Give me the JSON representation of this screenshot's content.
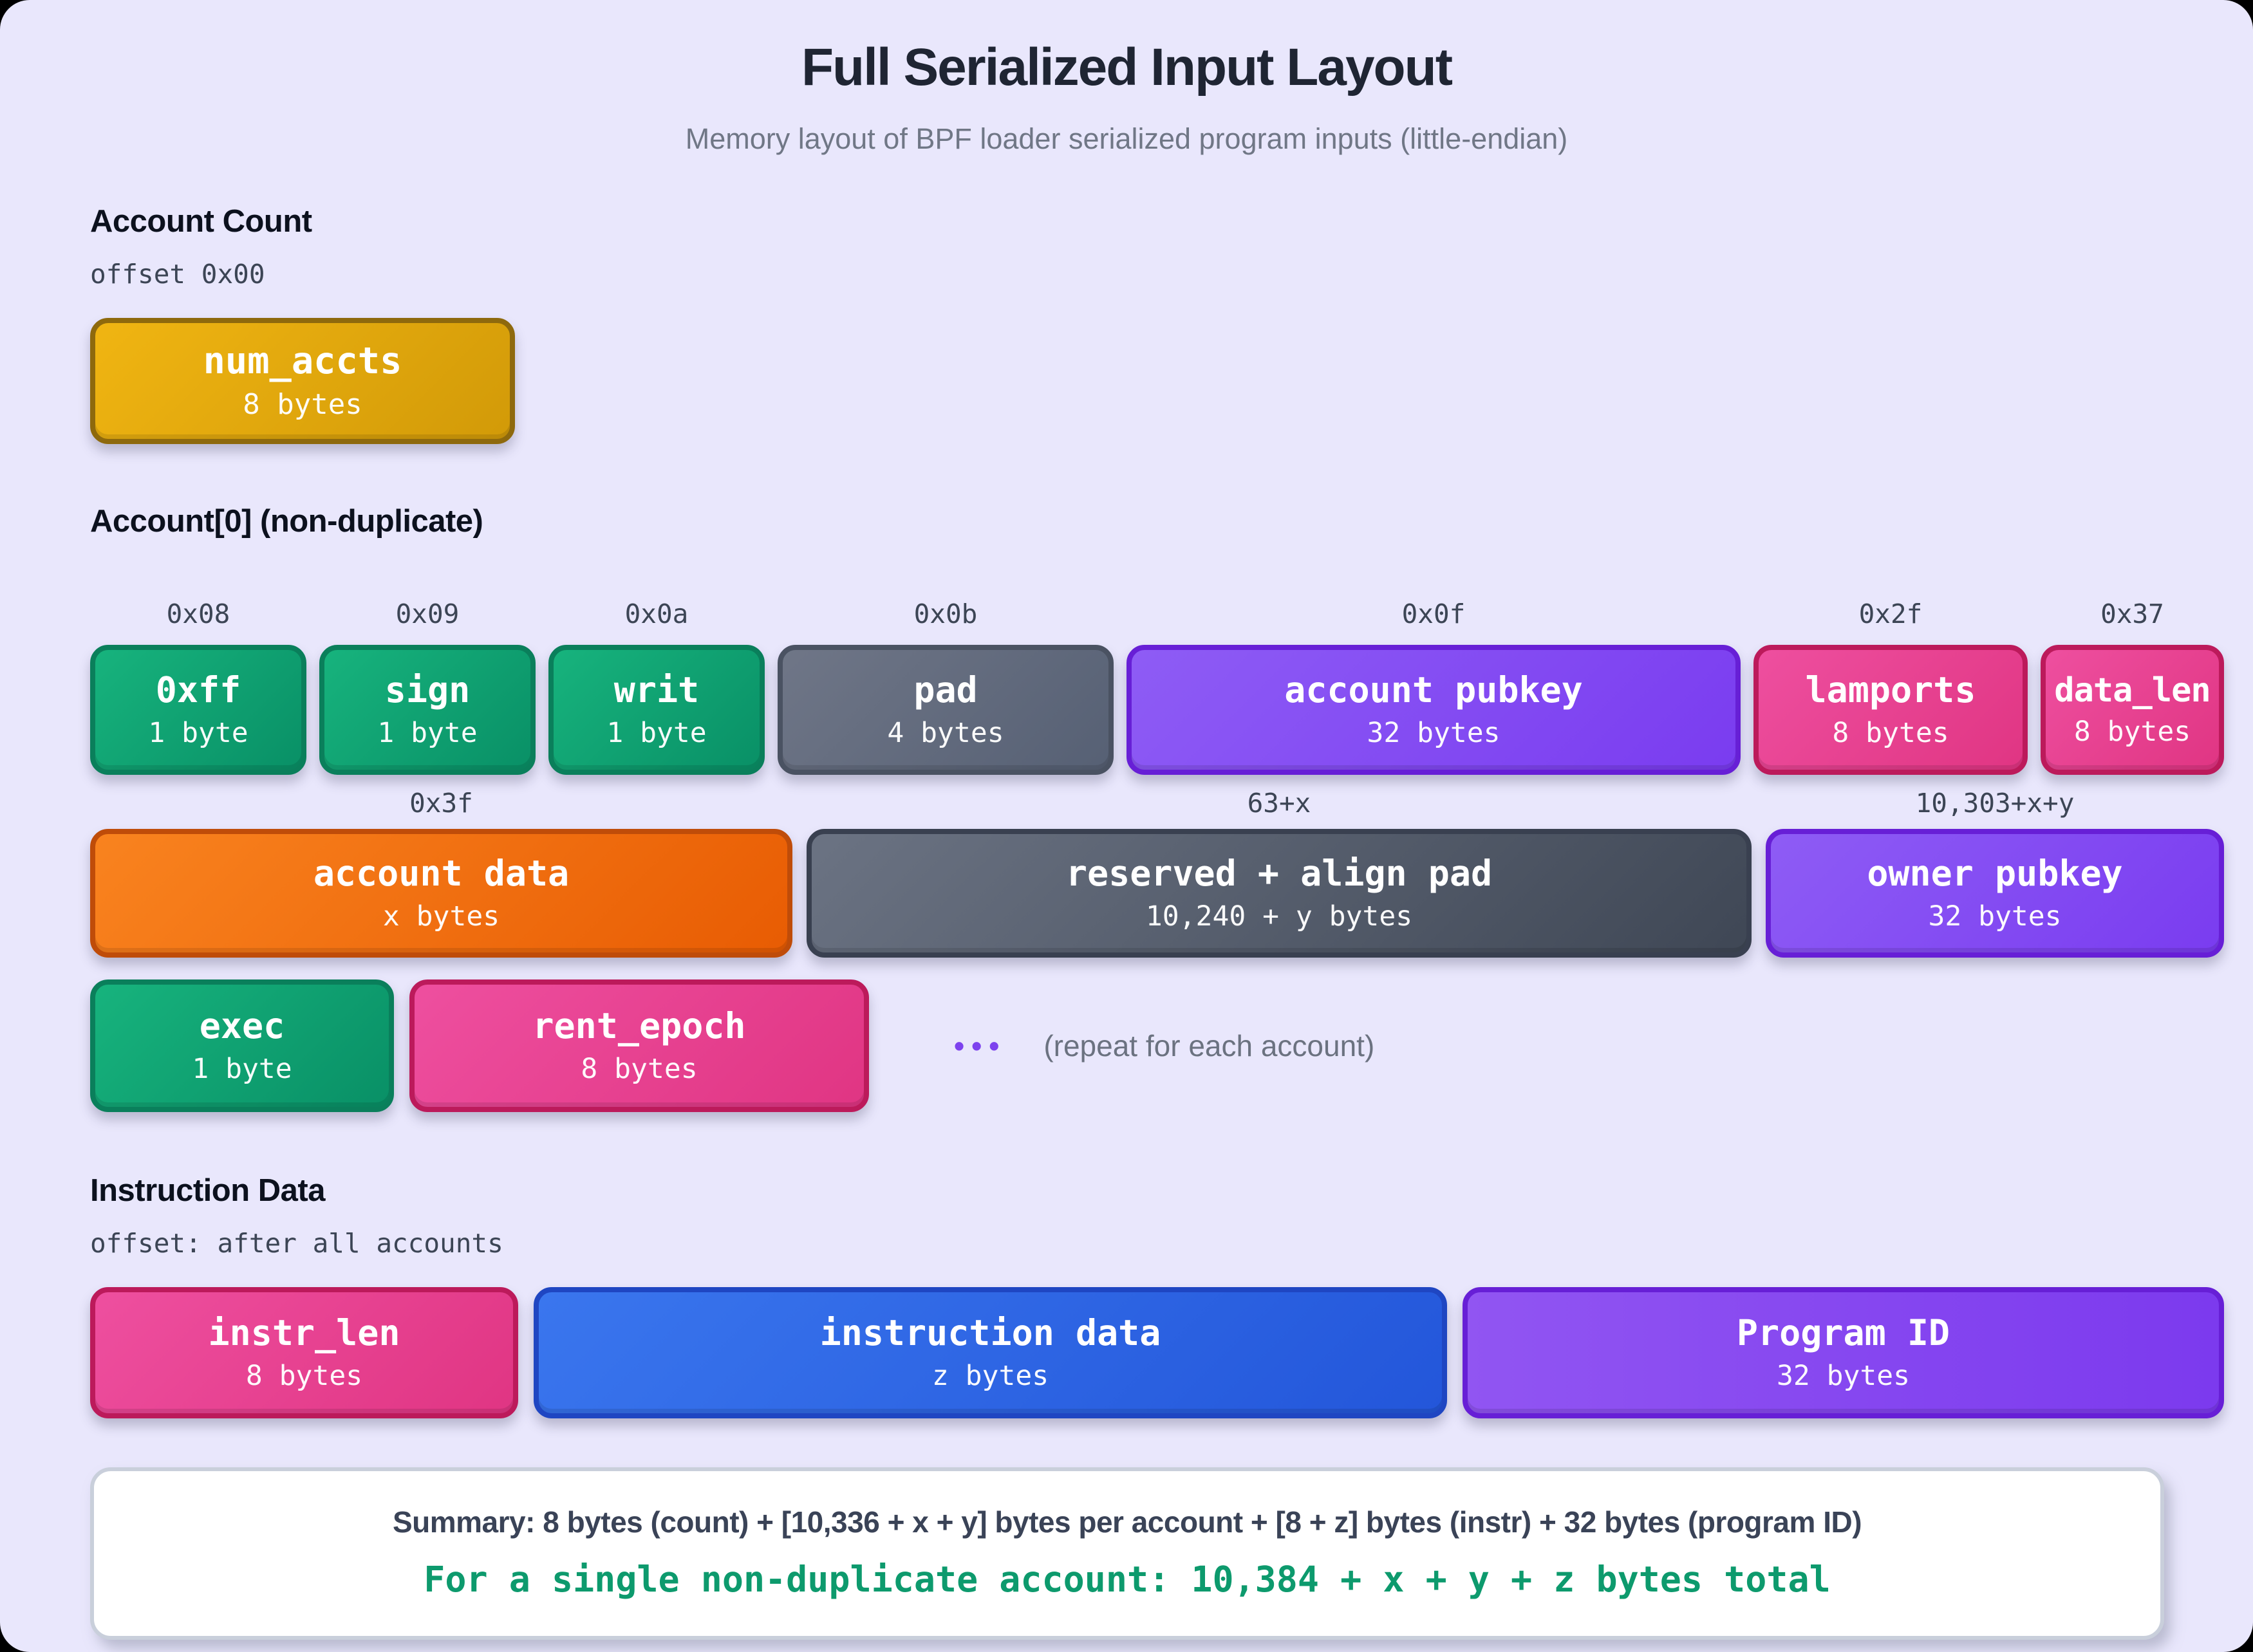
{
  "title": "Full Serialized Input Layout",
  "subtitle": "Memory layout of BPF loader serialized program inputs (little-endian)",
  "colors": {
    "page_background": "#e9e7fc",
    "gold": "#d8a00a",
    "green": "#0fa873",
    "slate_gray": "#5c6475",
    "purple": "#8450f2",
    "pink": "#e63f92",
    "orange": "#f0700f",
    "blue": "#2e66e4",
    "summary_green": "#0d9a6d",
    "ellipsis_purple": "#7d42ee"
  },
  "sections": {
    "account_count": {
      "heading": "Account Count",
      "offset_note": "offset 0x00",
      "box": {
        "name": "num_accts",
        "size": "8 bytes"
      }
    },
    "account0": {
      "heading": "Account[0] (non-duplicate)",
      "row1_offsets": [
        "0x08",
        "0x09",
        "0x0a",
        "0x0b",
        "0x0f",
        "0x2f",
        "0x37"
      ],
      "row1": [
        {
          "name": "0xff",
          "size": "1 byte"
        },
        {
          "name": "sign",
          "size": "1 byte"
        },
        {
          "name": "writ",
          "size": "1 byte"
        },
        {
          "name": "pad",
          "size": "4 bytes"
        },
        {
          "name": "account pubkey",
          "size": "32 bytes"
        },
        {
          "name": "lamports",
          "size": "8 bytes"
        },
        {
          "name": "data_len",
          "size": "8 bytes"
        }
      ],
      "row2_offsets": [
        "0x3f",
        "63+x",
        "10,303+x+y"
      ],
      "row2": [
        {
          "name": "account data",
          "size": "x bytes"
        },
        {
          "name": "reserved + align pad",
          "size": "10,240 + y bytes"
        },
        {
          "name": "owner pubkey",
          "size": "32 bytes"
        }
      ],
      "row3": [
        {
          "name": "exec",
          "size": "1 byte"
        },
        {
          "name": "rent_epoch",
          "size": "8 bytes"
        }
      ],
      "ellipsis": "•••",
      "repeat_note": "(repeat for each account)"
    },
    "instruction": {
      "heading": "Instruction Data",
      "offset_note": "offset: after all accounts",
      "row": [
        {
          "name": "instr_len",
          "size": "8 bytes"
        },
        {
          "name": "instruction data",
          "size": "z bytes"
        },
        {
          "name": "Program ID",
          "size": "32 bytes"
        }
      ]
    },
    "summary": {
      "line1": "Summary: 8 bytes (count) + [10,336 + x + y] bytes per account + [8 + z] bytes (instr) + 32 bytes (program ID)",
      "line2": "For a single non-duplicate account: 10,384 + x + y + z bytes total"
    }
  }
}
